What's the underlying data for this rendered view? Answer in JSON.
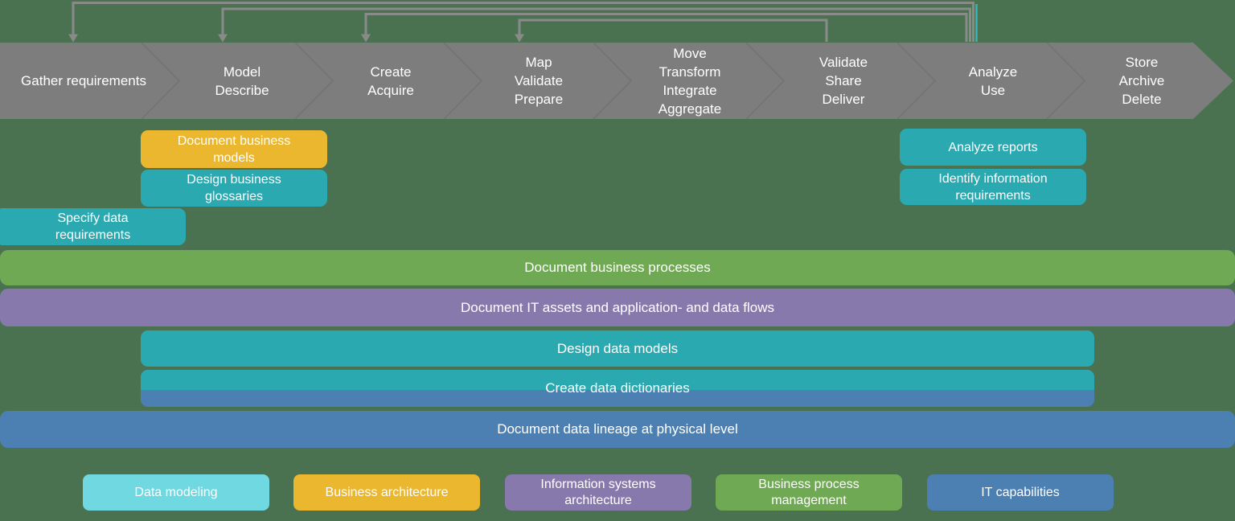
{
  "colors": {
    "background": "#4a7150",
    "chevron_band": "#7d7d7d",
    "chevron_separator": "#686868",
    "arrow_line": "#8a8a8a",
    "arrow_line_accent": "#38b3c0",
    "teal": "#2aa9b0",
    "yellow": "#eab72f",
    "green": "#70a954",
    "purple": "#8879ac",
    "blue": "#4d80b2",
    "cyan": "#6fd8e1",
    "text": "#ffffff"
  },
  "chevron": {
    "stages": [
      {
        "label": "Gather requirements"
      },
      {
        "label": "Model\nDescribe"
      },
      {
        "label": "Create\nAcquire"
      },
      {
        "label": "Map\nValidate\nPrepare"
      },
      {
        "label": "Move\nTransform\nIntegrate\nAggregate"
      },
      {
        "label": "Validate\nShare\nDeliver"
      },
      {
        "label": "Analyze\nUse"
      },
      {
        "label": "Store\nArchive\nDelete"
      }
    ]
  },
  "feedback_arrows": [
    {
      "from": "Analyze / Use",
      "to": "Gather requirements"
    },
    {
      "from": "Analyze / Use",
      "to": "Model / Describe"
    },
    {
      "from": "Analyze / Use",
      "to": "Create / Acquire"
    },
    {
      "from": "Validate / Share / Deliver",
      "to": "Map / Validate / Prepare"
    }
  ],
  "activity_boxes": {
    "document_business_models": "Document business models",
    "design_business_glossaries": "Design business glossaries",
    "specify_data_requirements": "Specify data requirements",
    "analyze_reports": "Analyze reports",
    "identify_information_requirements": "Identify information requirements",
    "document_business_processes": "Document business processes",
    "document_it_assets": "Document IT assets and application- and data flows",
    "design_data_models": "Design data models",
    "create_data_dictionaries": "Create data dictionaries",
    "document_data_lineage": "Document data lineage at physical level"
  },
  "legend": {
    "items": [
      {
        "label": "Data modeling",
        "color": "#6fd8e1"
      },
      {
        "label": "Business architecture",
        "color": "#eab72f"
      },
      {
        "label": "Information systems architecture",
        "color": "#8879ac"
      },
      {
        "label": "Business process management",
        "color": "#70a954"
      },
      {
        "label": "IT capabilities",
        "color": "#4d80b2"
      }
    ]
  }
}
